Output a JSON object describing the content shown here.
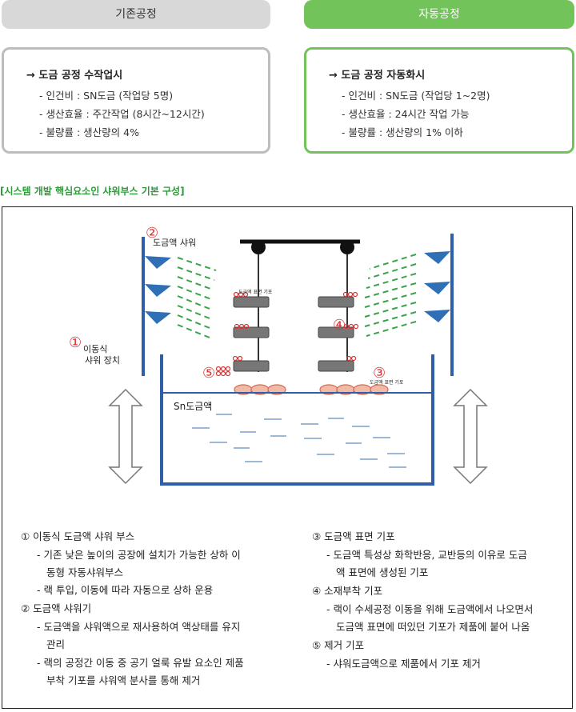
{
  "headers": {
    "left": "기존공정",
    "right": "자동공정"
  },
  "left_box": {
    "head": "→ 도금 공정 수작업시",
    "lines": [
      "- 인건비 : SN도금 (작업당 5명)",
      "- 생산효율 : 주간작업 (8시간~12시간)",
      "- 불량률 : 생산량의 4%"
    ]
  },
  "right_box": {
    "head": "→ 도금 공정 자동화시",
    "lines": [
      "- 인건비 : SN도금 (작업당 1~2명)",
      "- 생산효율 : 24시간 작업 가능",
      "- 불량률 : 생산량의 1% 이하"
    ]
  },
  "section_title": "[시스템 개발 핵심요소인 샤워부스 기본 구성]",
  "diagram": {
    "label1_num": "①",
    "label1_text_a": "이동식",
    "label1_text_b": "샤워 장치",
    "label2_num": "②",
    "label2_text": "도금액 샤워",
    "label3_num": "③",
    "label3_text": "도금액 표면 기포",
    "label4_num": "④",
    "label5_num": "⑤",
    "rack_label": "도금액 표면 기포",
    "tank_label": "Sn도금액"
  },
  "legend": {
    "i1_title": "① 이동식 도금액 샤워 부스",
    "i1_l1": "- 기존 낮은 높이의 공장에 설치가 가능한 상하 이",
    "i1_l2": "동형 자동샤워부스",
    "i1_l3": "- 랙 투입, 이동에 따라 자동으로 상하 운용",
    "i2_title": "② 도금액 샤워기",
    "i2_l1": "- 도금액을 샤워액으로 재사용하여 액상태를 유지",
    "i2_l2": "관리",
    "i2_l3": "- 랙의 공정간 이동 중 공기 얼룩 유발 요소인 제품",
    "i2_l4": "부착 기포를 샤워액 분사를 통해 제거",
    "i3_title": "③ 도금액 표면 기포",
    "i3_l1": "- 도금액 특성상 화학반응, 교반등의 이유로 도금",
    "i3_l2": "액 표면에 생성된 기포",
    "i4_title": "④ 소재부착 기포",
    "i4_l1": "- 랙이 수세공정 이동을 위해 도금액에서 나오면서",
    "i4_l2": "도금액 표면에 떠있던 기포가 제품에 붙어 나옴",
    "i5_title": "⑤ 제거 기포",
    "i5_l1": "- 샤워도금액으로 제품에서 기포 제거"
  }
}
